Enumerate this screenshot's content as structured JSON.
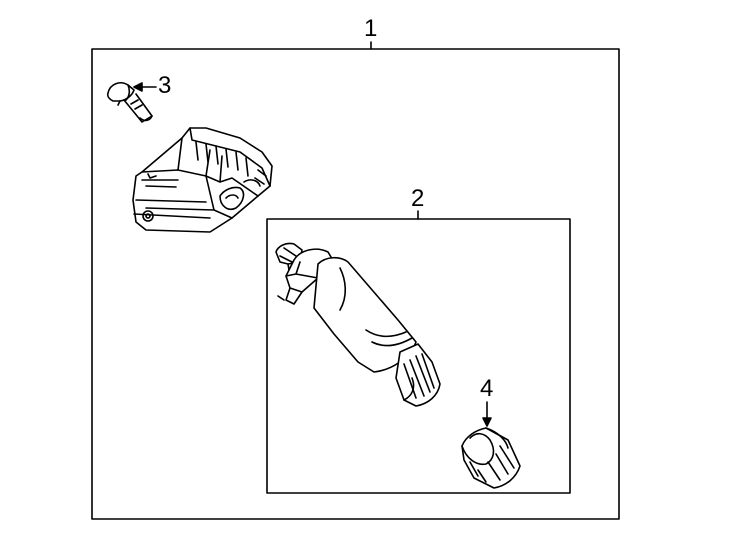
{
  "callouts": {
    "assembly": "1",
    "valve_stem": "2",
    "screw": "3",
    "cap": "4"
  },
  "colors": {
    "line": "#000000",
    "background": "#ffffff"
  }
}
